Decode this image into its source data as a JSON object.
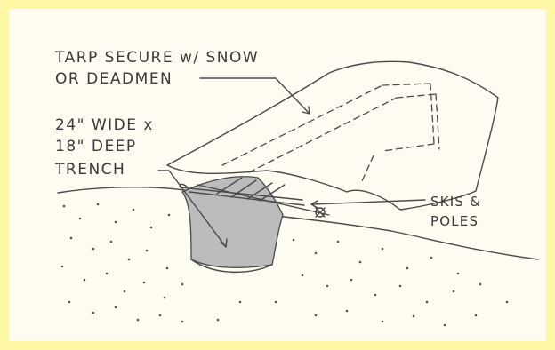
{
  "labels": {
    "tarp_line1": "TARP SECURE w/ SNOW",
    "tarp_line2": "OR DEADMEN",
    "trench_line1": "24\" WIDE x",
    "trench_line2": "18\" DEEP",
    "trench_line3": "TRENCH",
    "skis_line1": "SKIS &",
    "skis_line2": "POLES"
  },
  "colors": {
    "frame_border": "#fef7a3",
    "paper": "#fefcf0",
    "pencil": "#4a4a4a",
    "trench_shade": "#bcbcbc"
  }
}
